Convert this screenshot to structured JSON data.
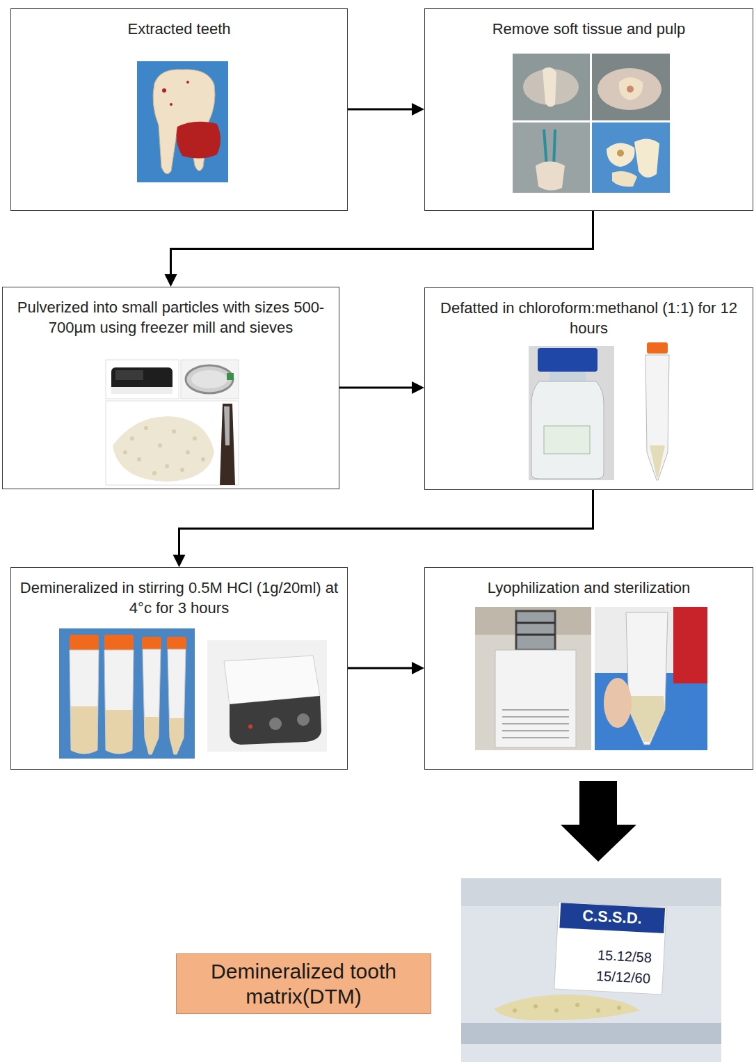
{
  "diagram": {
    "nodes": [
      {
        "text": [
          "Extracted teeth"
        ]
      },
      {
        "text": [
          "Remove soft tissue and pulp"
        ]
      },
      {
        "text": [
          "Pulverized into small particles with sizes 500-700µm using freezer mill and sieves"
        ]
      },
      {
        "text": [
          "Defatted in chloroform:methanol (1:1) for 12 hours"
        ]
      },
      {
        "text": [
          "Demineralized in stirring 0.5M HCl (1g/20ml) at 4°c for 3 hours"
        ]
      },
      {
        "text": [
          "Lyophilization and sterilization"
        ]
      },
      {
        "text": [
          "Demineralized tooth matrix(DTM)"
        ]
      }
    ],
    "edges": [
      {
        "from": 0,
        "to": 1,
        "arrow": "to"
      },
      {
        "from": 1,
        "to": 2,
        "arrow": "to"
      },
      {
        "from": 2,
        "to": 3,
        "arrow": "to"
      },
      {
        "from": 3,
        "to": 4,
        "arrow": "to"
      },
      {
        "from": 4,
        "to": 5,
        "arrow": "to"
      }
    ],
    "labels": [
      "C.S.S.D.",
      "15.12/58",
      "15/12/60"
    ]
  }
}
